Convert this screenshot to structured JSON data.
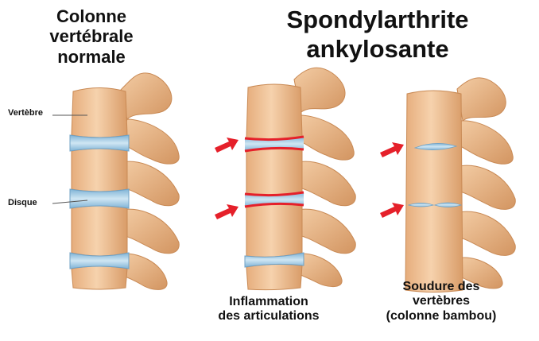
{
  "labels": {
    "normal_title": [
      "Colonne",
      "vertébrale",
      "normale"
    ],
    "main_title": [
      "Spondylarthrite",
      "ankylosante"
    ],
    "vertebra_label": "Vertèbre",
    "disc_label": "Disque",
    "inflammation_caption": [
      "Inflammation",
      "des articulations"
    ],
    "fusion_caption": [
      "Soudure des",
      "vertèbres",
      "(colonne bambou)"
    ]
  },
  "colors": {
    "bone": "#f1c49a",
    "bone_shadow": "#d99c68",
    "disc": "#a8cfe6",
    "inflammation": "#e5202a",
    "arrow": "#e5202a",
    "text": "#111111"
  }
}
